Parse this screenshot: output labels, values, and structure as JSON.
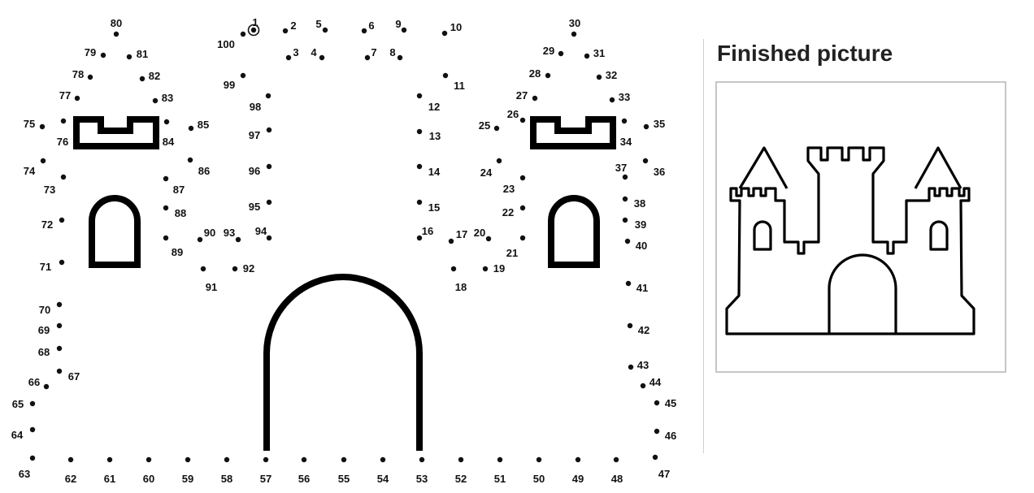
{
  "puzzle": {
    "start_marker_number": "1",
    "labels": [
      "1",
      "2",
      "3",
      "4",
      "5",
      "6",
      "7",
      "8",
      "9",
      "10",
      "11",
      "12",
      "13",
      "14",
      "15",
      "16",
      "17",
      "18",
      "19",
      "20",
      "21",
      "22",
      "23",
      "24",
      "25",
      "26",
      "27",
      "28",
      "29",
      "30",
      "31",
      "32",
      "33",
      "34",
      "35",
      "36",
      "37",
      "38",
      "39",
      "40",
      "41",
      "42",
      "43",
      "44",
      "45",
      "46",
      "47",
      "48",
      "49",
      "50",
      "51",
      "52",
      "53",
      "54",
      "55",
      "56",
      "57",
      "58",
      "59",
      "60",
      "61",
      "62",
      "63",
      "64",
      "65",
      "66",
      "67",
      "68",
      "69",
      "70",
      "71",
      "72",
      "73",
      "74",
      "75",
      "76",
      "77",
      "78",
      "79",
      "80",
      "81",
      "82",
      "83",
      "84",
      "85",
      "86",
      "87",
      "88",
      "89",
      "90",
      "91",
      "92",
      "93",
      "94",
      "95",
      "96",
      "97",
      "98",
      "99",
      "100"
    ]
  },
  "preview": {
    "title": "Finished picture"
  }
}
